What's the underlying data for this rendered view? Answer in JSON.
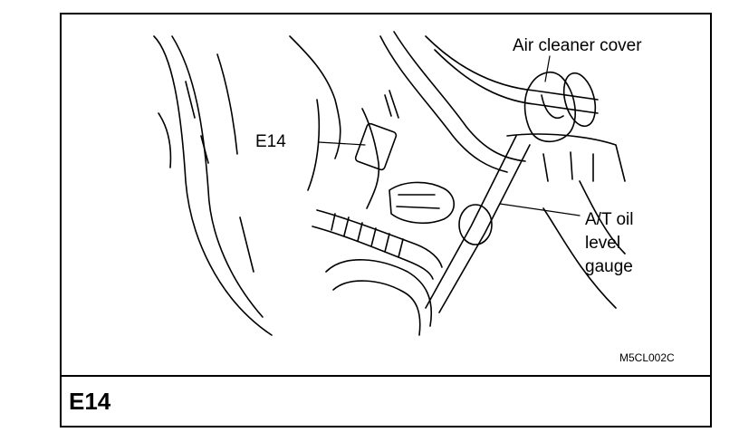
{
  "labels": {
    "air_cleaner_cover": "Air cleaner cover",
    "e14_callout": "E14",
    "at_line1": "A/T oil",
    "at_line2": "level",
    "at_line3": "gauge"
  },
  "figure_code": "M5CL002C",
  "connector_title": "E14"
}
